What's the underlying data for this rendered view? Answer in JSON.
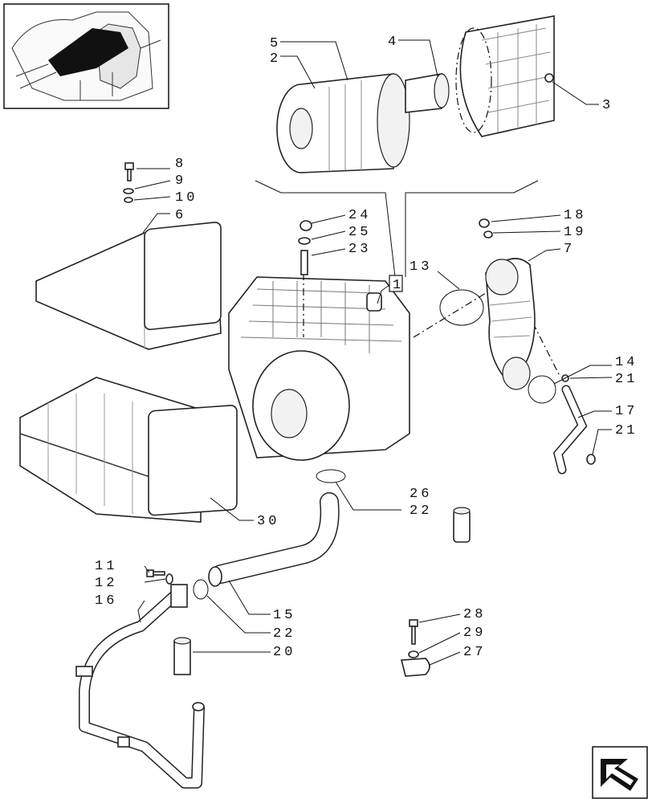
{
  "labels": {
    "l5": "5",
    "l2a": "2",
    "l4": "4",
    "l3": "3",
    "l8": "8",
    "l9": "9",
    "l10": "10",
    "l6": "6",
    "l24": "24",
    "l25": "25",
    "l23": "23",
    "l18": "18",
    "l19": "19",
    "l7": "7",
    "l13": "13",
    "l1": "1",
    "l14": "14",
    "l21a": "21",
    "l17": "17",
    "l21b": "21",
    "l30": "30",
    "l26": "26",
    "l22a": "22",
    "l11": "11",
    "l12": "12",
    "l16": "16",
    "l15": "15",
    "l22b": "22",
    "l20": "20",
    "l28": "28",
    "l29": "29",
    "l27": "27"
  },
  "icons": {
    "thumbnail": "tractor-engine-thumbnail-icon",
    "nav": "next-page-arrow-icon"
  }
}
